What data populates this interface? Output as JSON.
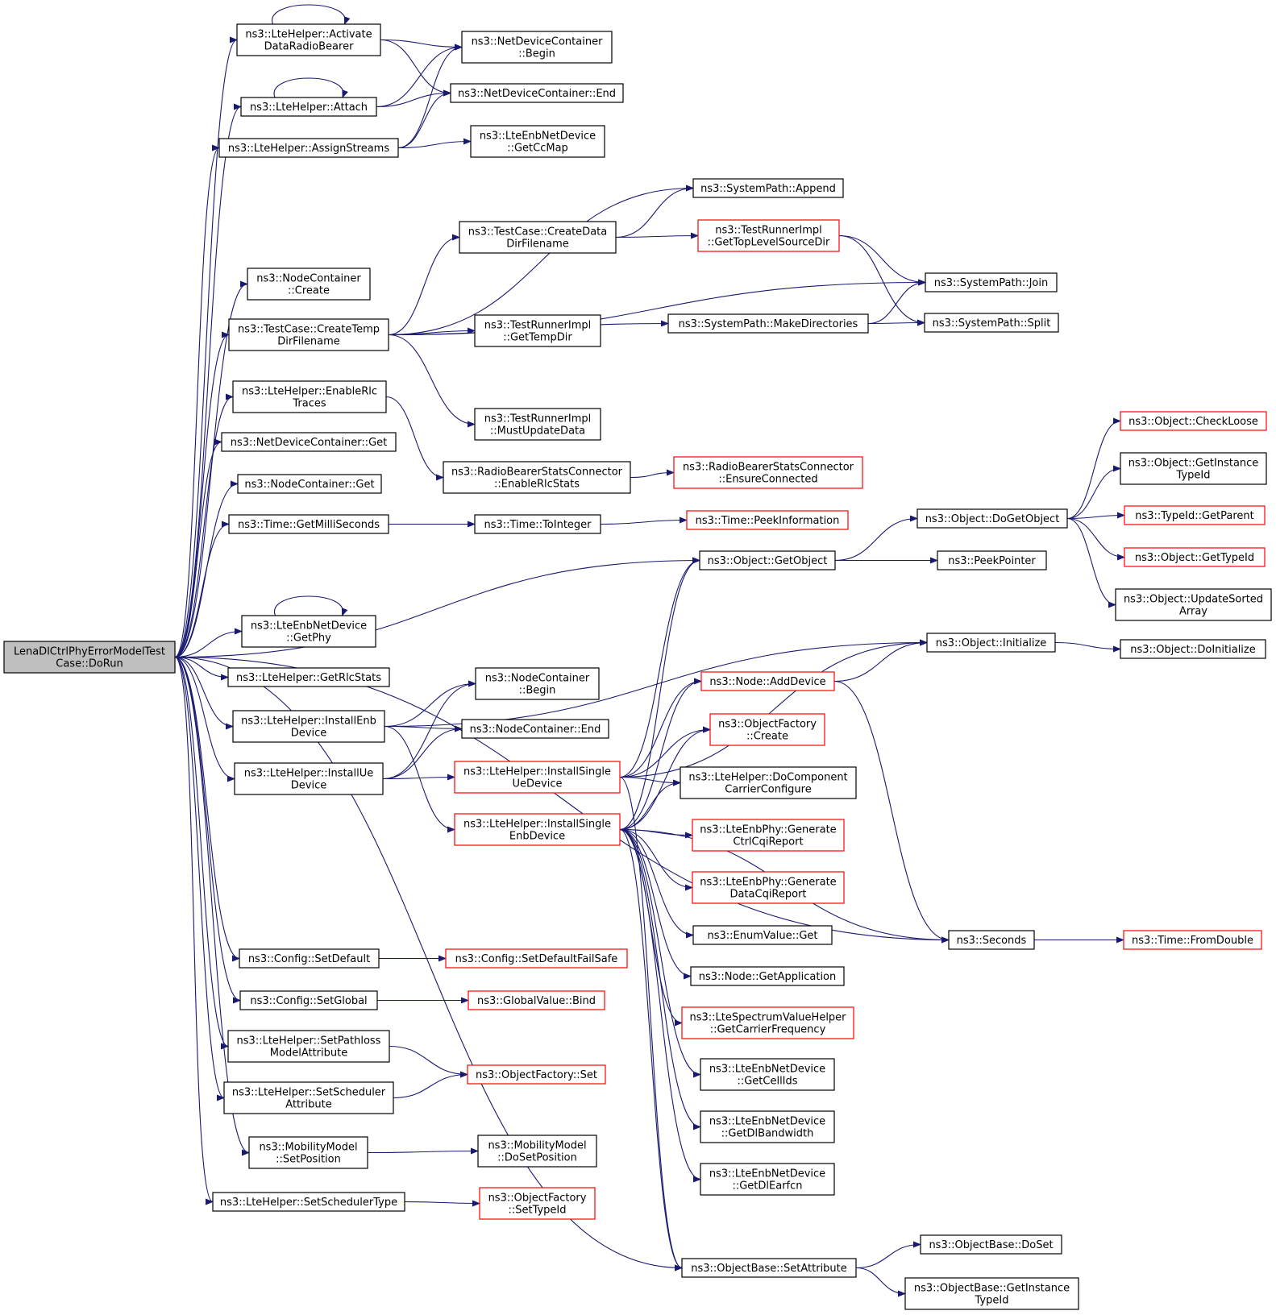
{
  "colors": {
    "edge": "#191970",
    "node_border": "#000000",
    "node_border_incomplete": "#ff0000",
    "root_fill": "#bfbfbf",
    "background": "#ffffff"
  },
  "nodes": {
    "root": [
      "LenaDlCtrlPhyErrorModelTest",
      "Case::DoRun"
    ],
    "activate": [
      "ns3::LteHelper::Activate",
      "DataRadioBearer"
    ],
    "ndc_begin": [
      "ns3::NetDeviceContainer",
      "::Begin"
    ],
    "attach": [
      "ns3::LteHelper::Attach"
    ],
    "ndc_end": [
      "ns3::NetDeviceContainer::End"
    ],
    "assign": [
      "ns3::LteHelper::AssignStreams"
    ],
    "getccmap": [
      "ns3::LteEnbNetDevice",
      "::GetCcMap"
    ],
    "sp_append": [
      "ns3::SystemPath::Append"
    ],
    "createdata": [
      "ns3::TestCase::CreateData",
      "DirFilename"
    ],
    "toplevel": [
      "ns3::TestRunnerImpl",
      "::GetTopLevelSourceDir"
    ],
    "nc_create": [
      "ns3::NodeContainer",
      "::Create"
    ],
    "sp_join": [
      "ns3::SystemPath::Join"
    ],
    "createtemp": [
      "ns3::TestCase::CreateTemp",
      "DirFilename"
    ],
    "gettempdir": [
      "ns3::TestRunnerImpl",
      "::GetTempDir"
    ],
    "makedirs": [
      "ns3::SystemPath::MakeDirectories"
    ],
    "sp_split": [
      "ns3::SystemPath::Split"
    ],
    "enablerlc": [
      "ns3::LteHelper::EnableRlc",
      "Traces"
    ],
    "mustupdate": [
      "ns3::TestRunnerImpl",
      "::MustUpdateData"
    ],
    "checkloose": [
      "ns3::Object::CheckLoose"
    ],
    "ndc_get": [
      "ns3::NetDeviceContainer::Get"
    ],
    "getinstancetypeid": [
      "ns3::Object::GetInstance",
      "TypeId"
    ],
    "enablerlcstats": [
      "ns3::RadioBearerStatsConnector",
      "::EnableRlcStats"
    ],
    "ensureconnected": [
      "ns3::RadioBearerStatsConnector",
      "::EnsureConnected"
    ],
    "nc_get": [
      "ns3::NodeContainer::Get"
    ],
    "getparent": [
      "ns3::TypeId::GetParent"
    ],
    "getmilli": [
      "ns3::Time::GetMilliSeconds"
    ],
    "tointeger": [
      "ns3::Time::ToInteger"
    ],
    "peekinfo": [
      "ns3::Time::PeekInformation"
    ],
    "dogetobject": [
      "ns3::Object::DoGetObject"
    ],
    "gettypeid": [
      "ns3::Object::GetTypeId"
    ],
    "getobject": [
      "ns3::Object::GetObject"
    ],
    "peekpointer": [
      "ns3::PeekPointer"
    ],
    "updatesorted": [
      "ns3::Object::UpdateSorted",
      "Array"
    ],
    "getphy": [
      "ns3::LteEnbNetDevice",
      "::GetPhy"
    ],
    "initialize": [
      "ns3::Object::Initialize"
    ],
    "doinitialize": [
      "ns3::Object::DoInitialize"
    ],
    "getrlcstats": [
      "ns3::LteHelper::GetRlcStats"
    ],
    "nc_begin": [
      "ns3::NodeContainer",
      "::Begin"
    ],
    "adddevice": [
      "ns3::Node::AddDevice"
    ],
    "installenb": [
      "ns3::LteHelper::InstallEnb",
      "Device"
    ],
    "nc_end": [
      "ns3::NodeContainer::End"
    ],
    "of_create": [
      "ns3::ObjectFactory",
      "::Create"
    ],
    "installue": [
      "ns3::LteHelper::InstallUe",
      "Device"
    ],
    "installsingleue": [
      "ns3::LteHelper::InstallSingle",
      "UeDevice"
    ],
    "docomponent": [
      "ns3::LteHelper::DoComponent",
      "CarrierConfigure"
    ],
    "installsingleenb": [
      "ns3::LteHelper::InstallSingle",
      "EnbDevice"
    ],
    "genctrl": [
      "ns3::LteEnbPhy::Generate",
      "CtrlCqiReport"
    ],
    "gendata": [
      "ns3::LteEnbPhy::Generate",
      "DataCqiReport"
    ],
    "enumget": [
      "ns3::EnumValue::Get"
    ],
    "seconds": [
      "ns3::Seconds"
    ],
    "fromdouble": [
      "ns3::Time::FromDouble"
    ],
    "setdefault": [
      "ns3::Config::SetDefault"
    ],
    "setdefaultfs": [
      "ns3::Config::SetDefaultFailSafe"
    ],
    "getapp": [
      "ns3::Node::GetApplication"
    ],
    "setglobal": [
      "ns3::Config::SetGlobal"
    ],
    "gvbind": [
      "ns3::GlobalValue::Bind"
    ],
    "carrierfreq": [
      "ns3::LteSpectrumValueHelper",
      "::GetCarrierFrequency"
    ],
    "setpathloss": [
      "ns3::LteHelper::SetPathloss",
      "ModelAttribute"
    ],
    "of_set": [
      "ns3::ObjectFactory::Set"
    ],
    "getcellids": [
      "ns3::LteEnbNetDevice",
      "::GetCellIds"
    ],
    "setsched": [
      "ns3::LteHelper::SetScheduler",
      "Attribute"
    ],
    "getdlbw": [
      "ns3::LteEnbNetDevice",
      "::GetDlBandwidth"
    ],
    "setpos": [
      "ns3::MobilityModel",
      "::SetPosition"
    ],
    "dosetpos": [
      "ns3::MobilityModel",
      "::DoSetPosition"
    ],
    "getdlearfcn": [
      "ns3::LteEnbNetDevice",
      "::GetDlEarfcn"
    ],
    "setschedtype": [
      "ns3::LteHelper::SetSchedulerType"
    ],
    "settypeid": [
      "ns3::ObjectFactory",
      "::SetTypeId"
    ],
    "doset": [
      "ns3::ObjectBase::DoSet"
    ],
    "setattr": [
      "ns3::ObjectBase::SetAttribute"
    ],
    "ob_getinstance": [
      "ns3::ObjectBase::GetInstance",
      "TypeId"
    ]
  }
}
